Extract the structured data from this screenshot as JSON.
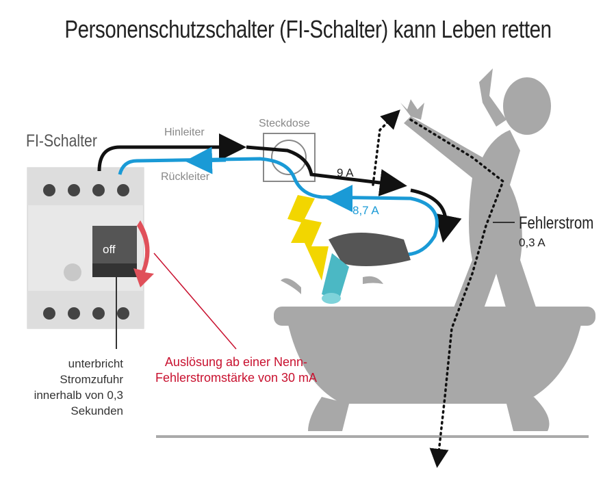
{
  "title": "Personenschutzschalter (FI-Schalter) kann Leben retten",
  "breaker": {
    "label": "FI-Schalter",
    "switch_label": "off",
    "note": "unterbricht Stromzufuhr innerhalb von 0,3 Sekunden"
  },
  "wires": {
    "forward": "Hinleiter",
    "return": "Rückleiter",
    "socket": "Steckdose",
    "current_out": "9 A",
    "current_back": "8,7 A"
  },
  "trigger_note": "Auslösung ab einer Nenn-Fehlerstromstärke von 30 mA",
  "fault": {
    "label": "Fehlerstrom",
    "value": "0,3 A"
  },
  "colors": {
    "forward_wire": "#111111",
    "return_wire": "#1a9ad6",
    "trip_arrow": "#e0505a",
    "annotation": "#c8102e",
    "silhouette": "#a8a8a8",
    "lightning": "#f2d600"
  }
}
